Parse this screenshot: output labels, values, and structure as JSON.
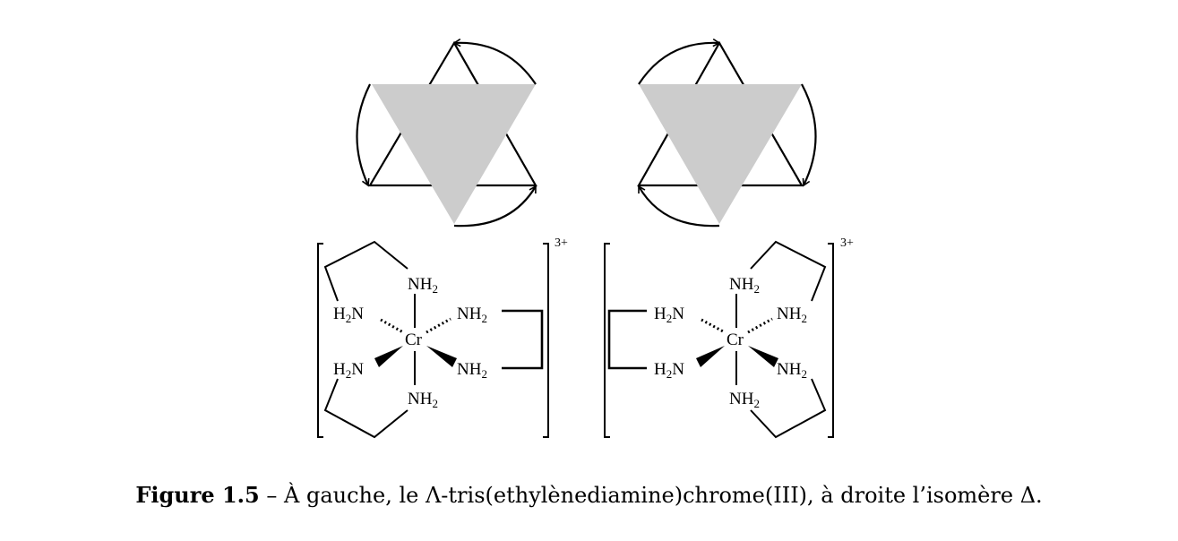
{
  "figure": {
    "label": "Figure 1.5",
    "separator": " – ",
    "text": "À gauche, le Λ-tris(ethylènediamine)chrome(III), à droite l’isomère Δ."
  },
  "left_isomer": {
    "metal": "Cr",
    "charge": "3+",
    "ligands": {
      "nh2": "NH",
      "h2n_h": "H",
      "h2n_n": "N",
      "sub": "2"
    }
  },
  "right_isomer": {
    "metal": "Cr",
    "charge": "3+"
  },
  "colors": {
    "face": "#cccccc",
    "line": "#000000"
  }
}
